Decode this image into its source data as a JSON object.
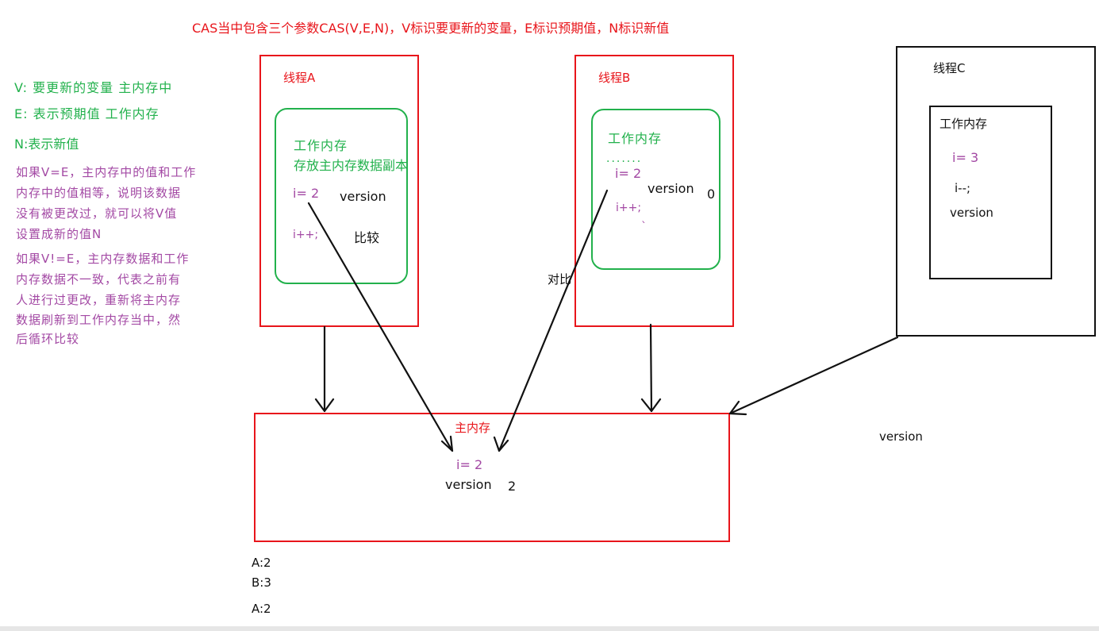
{
  "title": "CAS当中包含三个参数CAS(V,E,N)，V标识要更新的变量，E标识预期值，N标识新值",
  "legend": {
    "v": "V: 要更新的变量   主内存中",
    "e": "E: 表示预期值     工作内存",
    "n": "N:表示新值"
  },
  "notes": {
    "equal": [
      "如果V=E，主内存中的值和工作",
      "内存中的值相等，说明该数据",
      "没有被更改过，就可以将V值",
      "设置成新的值N"
    ],
    "not_equal": [
      "如果V!=E，主内存数据和工作",
      "内存数据不一致，代表之前有",
      "人进行过更改，重新将主内存",
      "数据刷新到工作内存当中，然",
      "后循环比较"
    ]
  },
  "thread_a": {
    "label": "线程A",
    "work_mem": "工作内存",
    "copy": "存放主内存数据副本",
    "i_val": "i= 2",
    "version": "version",
    "incr": "i++;",
    "compare": "比较"
  },
  "thread_b": {
    "label": "线程B",
    "work_mem": "工作内存",
    "dots": ".......",
    "i_val": "i= 2",
    "version": "version",
    "version_num": "0",
    "incr": "i++;",
    "tick": "`"
  },
  "thread_c": {
    "label": "线程C",
    "work_mem": "工作内存",
    "i_val": "i= 3",
    "decr": "i--;",
    "version": "version"
  },
  "compare_label": "对比",
  "main_mem": {
    "label": "主内存",
    "i_val": "i= 2",
    "version": "version",
    "version_num": "2"
  },
  "floating_version": "version",
  "log": [
    "A:2",
    "B:3",
    "A:2"
  ],
  "colors": {
    "red": "#e8151b",
    "green": "#22b14c",
    "purple": "#a349a4",
    "black": "#111111"
  }
}
